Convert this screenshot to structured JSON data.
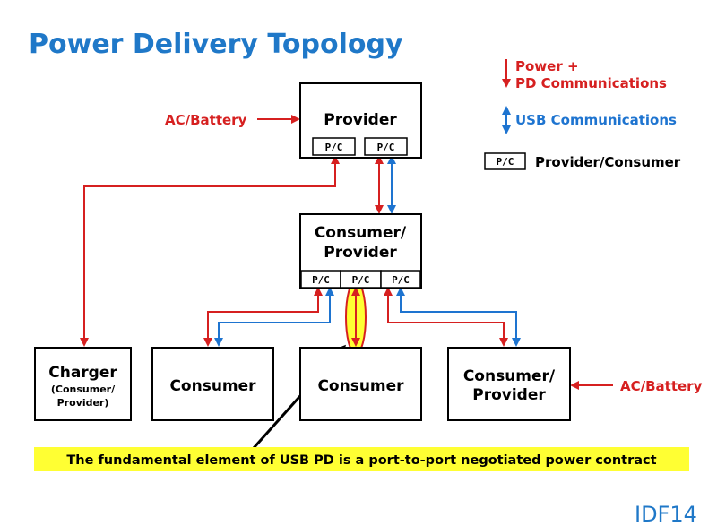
{
  "title": "Power Delivery Topology",
  "legend": {
    "power_line1": "Power +",
    "power_line2": "PD Communications",
    "usb": "USB Communications",
    "pc_label": "P/C",
    "pc_desc": "Provider/Consumer"
  },
  "nodes": {
    "provider": {
      "label": "Provider",
      "ports": [
        "P/C",
        "P/C"
      ]
    },
    "consumer_provider_mid": {
      "line1": "Consumer/",
      "line2": "Provider",
      "ports": [
        "P/C",
        "P/C",
        "P/C"
      ]
    },
    "charger": {
      "line1": "Charger",
      "line2": "(Consumer/",
      "line3": "Provider)"
    },
    "consumer_1": {
      "label": "Consumer"
    },
    "consumer_2": {
      "label": "Consumer"
    },
    "consumer_provider_right": {
      "line1": "Consumer/",
      "line2": "Provider"
    }
  },
  "inputs": {
    "top": "AC/Battery",
    "right": "AC/Battery"
  },
  "note": "The fundamental element of USB PD is a port-to-port negotiated power contract",
  "logo": "IDF14",
  "colors": {
    "title": "#1f78c8",
    "power": "#d62020",
    "usb": "#1e74d0",
    "highlight": "#ffff33"
  }
}
